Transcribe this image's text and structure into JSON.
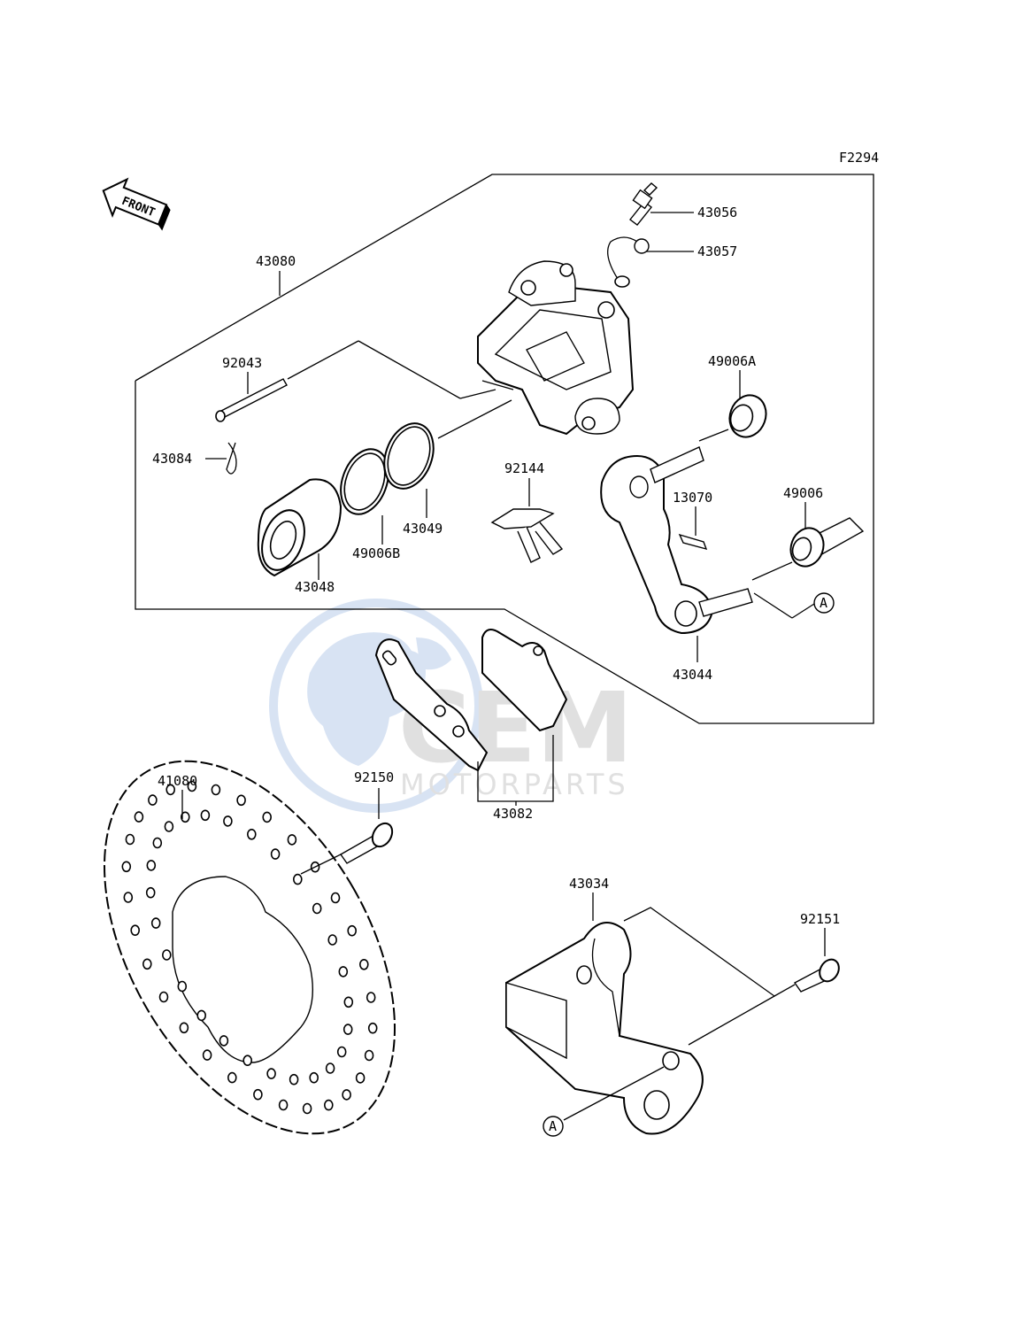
{
  "figure_code": "F2294",
  "front_label": "FRONT",
  "ref_marker": "A",
  "watermark": {
    "brand": "CEM",
    "sub": "MOTORPARTS"
  },
  "parts": {
    "p43056": "43056",
    "p43057": "43057",
    "p43080": "43080",
    "p92043": "92043",
    "p43084": "43084",
    "p49006A": "49006A",
    "p92144": "92144",
    "p13070": "13070",
    "p49006": "49006",
    "p43049": "43049",
    "p49006B": "49006B",
    "p43048": "43048",
    "p43044": "43044",
    "p41080": "41080",
    "p92150": "92150",
    "p43082": "43082",
    "p43034": "43034",
    "p92151": "92151"
  },
  "colors": {
    "line": "#000000",
    "watermark_blue": "#b9cdea",
    "watermark_gray": "#c8c8c8"
  }
}
